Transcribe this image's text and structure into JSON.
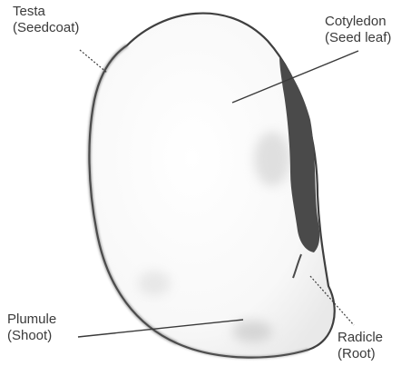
{
  "labels": {
    "testa": {
      "name": "Testa",
      "detail": "(Seedcoat)"
    },
    "cotyledon": {
      "name": "Cotyledon",
      "detail": "(Seed leaf)"
    },
    "plumule": {
      "name": "Plumule",
      "detail": "(Shoot)"
    },
    "radicle": {
      "name": "Radicle",
      "detail": "(Root)"
    }
  },
  "colors": {
    "background": "#ffffff",
    "outline": "#3f3f3f",
    "cotyledon_edge": "#4a4a4a",
    "text": "#3a3a3a"
  }
}
